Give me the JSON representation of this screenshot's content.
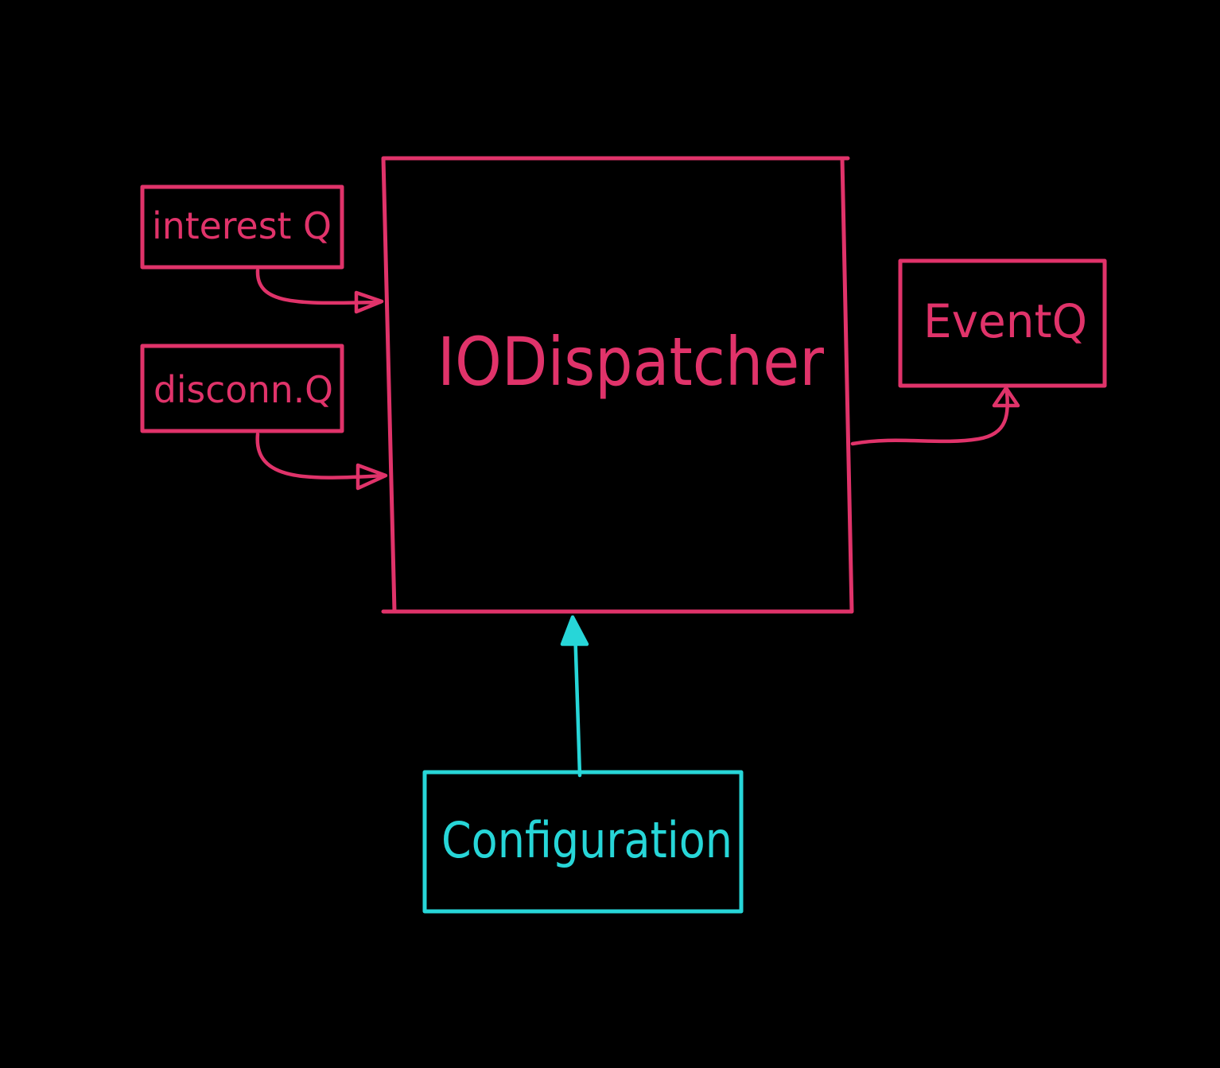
{
  "colors": {
    "background": "#000000",
    "primary_stroke": "#e0336a",
    "config_stroke": "#27d6d8"
  },
  "nodes": {
    "interest_q": {
      "label": "interest Q"
    },
    "disconn_q": {
      "label": "disconn.Q"
    },
    "io_dispatcher": {
      "label": "IODispatcher"
    },
    "event_q": {
      "label": "EventQ"
    },
    "configuration": {
      "label": "Configuration"
    }
  },
  "edges": [
    {
      "from": "interest_q",
      "to": "io_dispatcher"
    },
    {
      "from": "disconn_q",
      "to": "io_dispatcher"
    },
    {
      "from": "io_dispatcher",
      "to": "event_q"
    },
    {
      "from": "configuration",
      "to": "io_dispatcher"
    }
  ]
}
